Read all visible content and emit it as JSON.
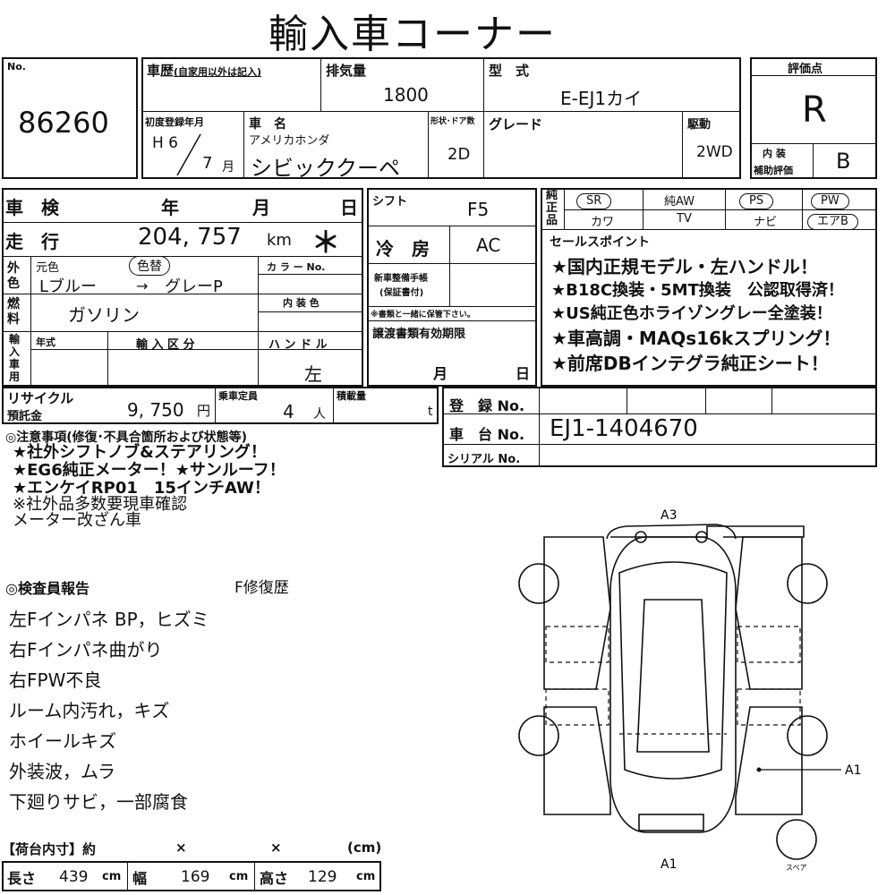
{
  "title": "輸入車コーナー",
  "no": {
    "label": "No.",
    "value": "86260"
  },
  "history": {
    "label": "車歴",
    "sub": "(自家用以外は記入)",
    "value": ""
  },
  "displacement": {
    "label": "排気量",
    "value": "1800"
  },
  "model": {
    "label": "型　式",
    "value": "E-EJ1カイ"
  },
  "score": {
    "label": "評価点",
    "value": "R",
    "interior_label": "内 装",
    "aux_label": "補助評価",
    "interior_value": "B"
  },
  "first_reg": {
    "label": "初度登録年月",
    "era": "H 6",
    "month": "7",
    "month_unit": "月"
  },
  "car_name": {
    "label": "車　名",
    "maker": "アメリカホンダ",
    "value": "シビッククーペ"
  },
  "doors": {
    "label": "形状･ドア数",
    "value": "2D"
  },
  "grade": {
    "label": "グレード",
    "value": ""
  },
  "drive": {
    "label": "駆動",
    "value": "2WD"
  },
  "inspection": {
    "label": "車　検",
    "y": "年",
    "m": "月",
    "d": "日"
  },
  "shift": {
    "label": "シフト",
    "value": "F5"
  },
  "equipment": {
    "label": "純正品",
    "row1": [
      "SR",
      "純AW",
      "PS",
      "PW"
    ],
    "row2": [
      "カワ",
      "TV",
      "ナビ",
      "エアB"
    ]
  },
  "mileage": {
    "label": "走　行",
    "value": "204, 757",
    "unit": "km",
    "mark": "＊"
  },
  "aircon": {
    "label": "冷　房",
    "value": "AC"
  },
  "color": {
    "side": "外色",
    "orig_label": "元色",
    "repaint": "色替",
    "from": "Lブルー",
    "arrow": "→",
    "to": "グレーP",
    "no_label": "カ ラ ー No."
  },
  "interior_color_label": "内 装 色",
  "fuel": {
    "side": "燃料",
    "value": "ガソリン"
  },
  "service": {
    "label1": "新車整備手帳",
    "label2": "(保証書付)",
    "note": "※書類と一緒に保管下さい。"
  },
  "import": {
    "side": "輸入車用",
    "year_label": "年式",
    "kubun_label": "輸 入 区 分",
    "handle_label": "ハ ン ド ル",
    "handle": "左"
  },
  "transfer": {
    "label": "譲渡書類有効期限",
    "m": "月",
    "d": "日"
  },
  "sales": {
    "label": "セールスポイント",
    "points": [
      "★国内正規モデル・左ハンドル！",
      "★B18C換装・5MT換装　公認取得済！",
      "★US純正色ホライゾングレー全塗装！",
      "★車高調・MAQs16kスプリング！",
      "★前席DBインテグラ純正シート！"
    ]
  },
  "recycle": {
    "label1": "リサイクル",
    "label2": "預託金",
    "value": "9, 750",
    "unit": "円"
  },
  "capacity": {
    "label": "乗車定員",
    "value": "4",
    "unit": "人"
  },
  "load": {
    "label": "積載量",
    "unit": "t"
  },
  "reg_no": {
    "label": "登　録 No."
  },
  "chassis": {
    "label": "車　台 No.",
    "value": "EJ1-1404670"
  },
  "serial": {
    "label": "シリアル No."
  },
  "notes": {
    "label": "◎注意事項(修復･不具合箇所および状態等)",
    "lines": [
      "★社外シフトノブ&ステアリング！",
      "★EG6純正メーター！★サンルーフ！",
      "★エンケイRP01　15インチAW！",
      "※社外品多数要現車確認",
      "メーター改ざん車"
    ]
  },
  "report": {
    "label": "◎検査員報告",
    "repair": "F修復歴",
    "lines": [
      "左Fインパネ BP，ヒズミ",
      "右Fインパネ曲がり",
      "右FPW不良",
      "ルーム内汚れ，キズ",
      "ホイールキズ",
      "外装波，ムラ",
      "下廻りサビ，一部腐食"
    ]
  },
  "cargo": {
    "label": "【荷台内寸】約",
    "x1": "×",
    "x2": "×",
    "unit": "(cm)"
  },
  "dims": {
    "length_label": "長さ",
    "length": "439",
    "width_label": "幅",
    "width": "169",
    "height_label": "高さ",
    "height": "129",
    "cm": "cm"
  },
  "diagram": {
    "a3": "A3",
    "a1_right": "A1",
    "a1_bottom": "A1",
    "spare": "スペア"
  }
}
